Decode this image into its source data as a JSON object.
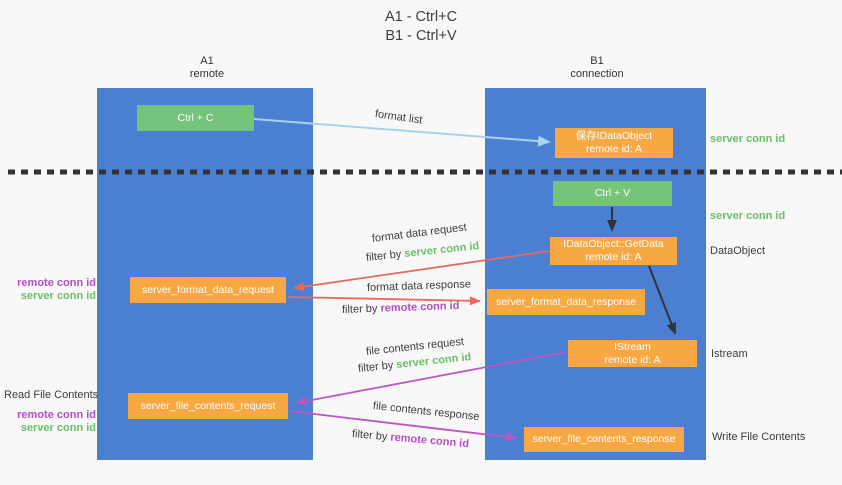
{
  "title": {
    "line1": "A1 - Ctrl+C",
    "line2": "B1 - Ctrl+V"
  },
  "lanes": [
    {
      "name": "A1",
      "subtitle": "remote"
    },
    {
      "name": "B1",
      "subtitle": "connection"
    }
  ],
  "nodes": {
    "ctrl_c": {
      "label": "Ctrl + C"
    },
    "save_idataobject": {
      "line1": "保存IDataObject",
      "line2": "remote id: A"
    },
    "ctrl_v": {
      "label": "Ctrl + V"
    },
    "getdata": {
      "line1": "IDataObject::GetData",
      "line2": "remote id: A"
    },
    "format_request": {
      "label": "server_format_data_request"
    },
    "format_response": {
      "label": "server_format_data_response"
    },
    "istream": {
      "line1": "IStream",
      "line2": "remote id: A"
    },
    "file_request": {
      "label": "server_file_contents_request"
    },
    "file_response": {
      "label": "server_file_contents_response"
    }
  },
  "edge_labels": {
    "format_list": "format list",
    "format_data_request": "format data request",
    "format_data_response": "format data response",
    "file_contents_request": "file contents request",
    "file_contents_response": "file contents response",
    "filter_by": "filter by",
    "server_conn_id": "server conn id",
    "remote_conn_id": "remote conn id"
  },
  "annotations": {
    "right_server_conn_top": "server conn id",
    "right_server_conn_mid": "server conn id",
    "dataobject": "DataObject",
    "istream": "Istream",
    "write_file_contents": "Write File Contents",
    "read_file_contents": "Read File Contents",
    "left_remote_conn_1": "remote conn id",
    "left_server_conn_1": "server conn id",
    "left_remote_conn_2": "remote conn id",
    "left_server_conn_2": "server conn id"
  },
  "colors": {
    "lane_blue": "#4a7fd2",
    "box_green": "#76c47c",
    "box_orange": "#f8a843",
    "arrow_light_blue": "#a8d2ec",
    "arrow_red": "#e8695e",
    "arrow_magenta": "#bb57c5",
    "arrow_black": "#333333",
    "text_green": "#6abf69",
    "text_purple": "#b14fc4",
    "background": "#f8f8f8"
  }
}
